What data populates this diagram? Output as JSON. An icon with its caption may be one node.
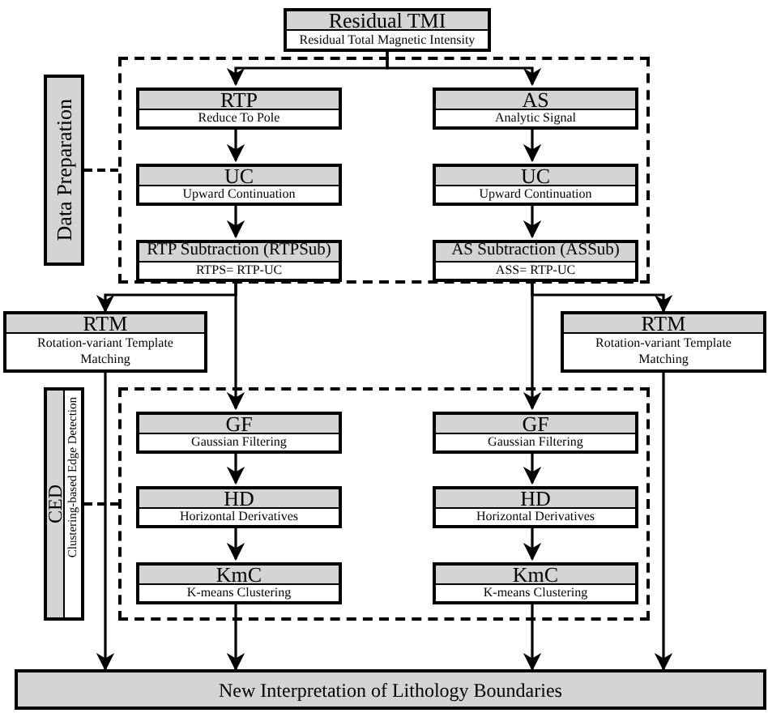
{
  "diagram": {
    "nodes": [
      {
        "text": [
          "Residual TMI",
          "Residual Total Magnetic Intensity"
        ]
      },
      {
        "text": [],
        "shape": "box"
      },
      {
        "text": [
          "RTP",
          "Reduce To Pole"
        ],
        "in": 1
      },
      {
        "text": [
          "AS",
          "Analytic Signal"
        ],
        "in": 1
      },
      {
        "text": [
          "UC",
          "Upward Continuation"
        ],
        "in": 1
      },
      {
        "text": [
          "UC",
          "Upward Continuation"
        ],
        "in": 1
      },
      {
        "text": [
          "RTP Subtraction (RTPSub)",
          "RTPS= RTP-UC"
        ],
        "in": 1
      },
      {
        "text": [
          "AS Subtraction (ASSub)",
          "ASS= RTP-UC"
        ],
        "in": 1
      },
      {
        "text": [
          "Data Preparation"
        ]
      },
      {
        "text": [
          "RTM",
          "Rotation-variant Template Matching"
        ]
      },
      {
        "text": [
          "RTM",
          "Rotation-variant Template Matching"
        ]
      },
      {
        "text": [],
        "shape": "box"
      },
      {
        "text": [
          "GF",
          "Gaussian Filtering"
        ],
        "in": 11
      },
      {
        "text": [
          "GF",
          "Gaussian Filtering"
        ],
        "in": 11
      },
      {
        "text": [
          "HD",
          "Horizontal Derivatives"
        ],
        "in": 11
      },
      {
        "text": [
          "HD",
          "Horizontal Derivatives"
        ],
        "in": 11
      },
      {
        "text": [
          "KmC",
          "K-means Clustering"
        ],
        "in": 11
      },
      {
        "text": [
          "KmC",
          "K-means Clustering"
        ],
        "in": 11
      },
      {
        "text": [
          "CED",
          "Clustering-based Edge Detection"
        ]
      },
      {
        "text": [
          "New Interpretation of Lithology Boundaries"
        ]
      }
    ],
    "edges": [
      {
        "from": 0,
        "to": 2,
        "arrow": "to"
      },
      {
        "from": 0,
        "to": 3,
        "arrow": "to"
      },
      {
        "from": 2,
        "to": 4,
        "arrow": "to"
      },
      {
        "from": 3,
        "to": 5,
        "arrow": "to"
      },
      {
        "from": 4,
        "to": 6,
        "arrow": "to"
      },
      {
        "from": 5,
        "to": 7,
        "arrow": "to"
      },
      {
        "from": 6,
        "to": 9,
        "arrow": "to"
      },
      {
        "from": 6,
        "to": 12,
        "arrow": "to"
      },
      {
        "from": 7,
        "to": 10,
        "arrow": "to"
      },
      {
        "from": 7,
        "to": 13,
        "arrow": "to"
      },
      {
        "from": 12,
        "to": 14,
        "arrow": "to"
      },
      {
        "from": 13,
        "to": 15,
        "arrow": "to"
      },
      {
        "from": 14,
        "to": 16,
        "arrow": "to"
      },
      {
        "from": 15,
        "to": 17,
        "arrow": "to"
      },
      {
        "from": 9,
        "to": 19,
        "arrow": "to"
      },
      {
        "from": 16,
        "to": 19,
        "arrow": "to"
      },
      {
        "from": 17,
        "to": 19,
        "arrow": "to"
      },
      {
        "from": 10,
        "to": 19,
        "arrow": "to"
      },
      {
        "from": 8,
        "to": 1,
        "arrow": "none",
        "style": "dashed"
      },
      {
        "from": 18,
        "to": 11,
        "arrow": "none",
        "style": "dashed"
      }
    ]
  }
}
